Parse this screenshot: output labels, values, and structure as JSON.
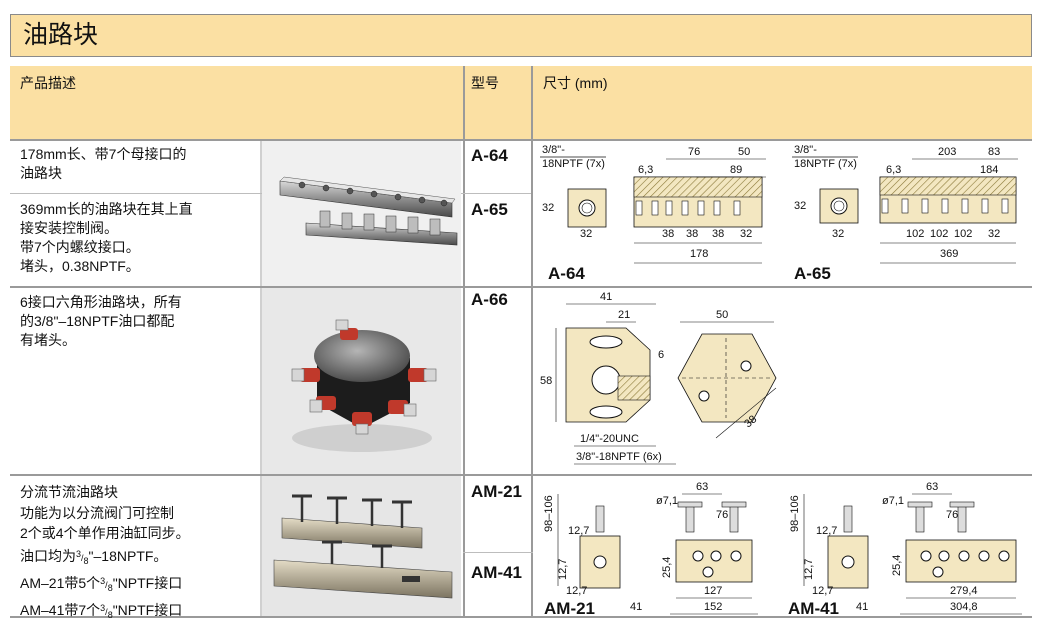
{
  "page": {
    "title": "油路块",
    "headers": {
      "description": "产品描述",
      "model": "型号",
      "dimensions": "尺寸 (mm)"
    }
  },
  "colors": {
    "header_fill": "#fbe0a3",
    "part_fill": "#f3e7c1",
    "hatch": "#8c7a3a",
    "red_fitting": "#c0392b"
  },
  "icons": [
    "manifold-photo",
    "hex-manifold-photo",
    "flow-divider-photo"
  ],
  "rows": {
    "a64": {
      "desc": [
        "178mm长、带7个母接口的",
        "油路块"
      ],
      "model": "A-64",
      "drawing": {
        "label": "A-64",
        "thread": [
          "3/8\"-",
          "18NPTF (7x)"
        ],
        "dims": {
          "d63": "6,3",
          "d76": "76",
          "d50": "50",
          "d89": "89",
          "d32h": "32",
          "d32w": "32",
          "d38a": "38",
          "d38b": "38",
          "d38c": "38",
          "d32r": "32",
          "len": "178"
        }
      }
    },
    "a65": {
      "desc": [
        "369mm长的油路块在其上直",
        "接安装控制阀。",
        "带7个内螺纹接口。",
        "堵头，0.38NPTF。"
      ],
      "model": "A-65",
      "drawing": {
        "label": "A-65",
        "thread": [
          "3/8\"-",
          "18NPTF (7x)"
        ],
        "dims": {
          "d63": "6,3",
          "d203": "203",
          "d83": "83",
          "d184": "184",
          "d32h": "32",
          "d32w": "32",
          "d102a": "102",
          "d102b": "102",
          "d102c": "102",
          "d32r": "32",
          "len": "369"
        }
      }
    },
    "a66": {
      "desc": [
        "6接口六角形油路块，所有",
        "的3/8\"–18NPTF油口都配",
        "有堵头。"
      ],
      "model": "A-66",
      "drawing": {
        "d41": "41",
        "d21": "21",
        "d58": "58",
        "d6": "6",
        "d50": "50",
        "d38": "38",
        "thread1": "1/4\"-20UNC",
        "thread2": "3/8\"-18NPTF (6x)"
      }
    },
    "am": {
      "desc_title": "分流节流油路块",
      "desc_lines": [
        "功能为以分流阀门可控制",
        "2个或4个单作用油缸同步。"
      ],
      "desc_port_a": "油口均为",
      "desc_port_frac_num": "3",
      "desc_port_frac_den": "8",
      "desc_port_b": "\"–18NPTF。",
      "desc_am21_a": "AM–21带5个",
      "desc_am21_b": "\"NPTF接口",
      "desc_am41_a": "AM–41带7个",
      "desc_am41_b": "\"NPTF接口",
      "model_am21": "AM-21",
      "model_am41": "AM-41",
      "am21": {
        "label": "AM-21",
        "d98": "98–106",
        "d127a": "12,7",
        "d127b": "12,7",
        "d127c": "12,7",
        "d71": "ø7,1",
        "d63": "63",
        "d76": "76",
        "d254": "25,4",
        "d127": "127",
        "d152": "152",
        "d41": "41"
      },
      "am41": {
        "label": "AM-41",
        "d98": "98–106",
        "d127a": "12,7",
        "d127b": "12,7",
        "d127c": "12,7",
        "d71": "ø7,1",
        "d63": "63",
        "d76": "76",
        "d254": "25,4",
        "d279": "279,4",
        "d304": "304,8",
        "d41": "41"
      }
    }
  }
}
